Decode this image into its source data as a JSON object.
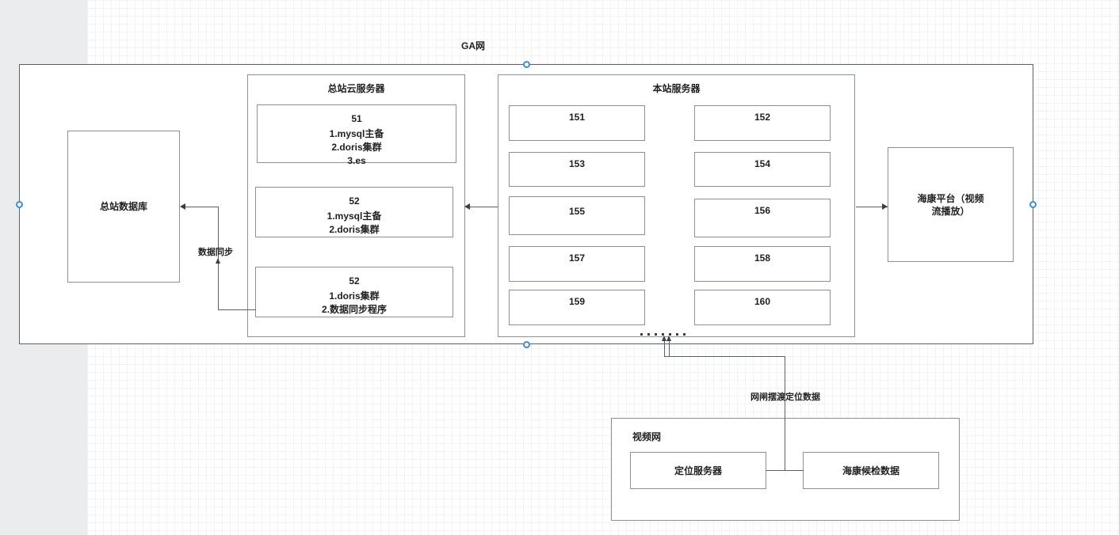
{
  "diagram": {
    "title": "GA网",
    "outer_frame_name": "ga-network-frame",
    "accent_color": "#3b8ce8",
    "line_color": "#5a6169",
    "background_color": "#ffffff"
  },
  "main_db": {
    "label": "总站数据库"
  },
  "cloud_servers": {
    "title": "总站云服务器",
    "nodes": [
      {
        "num": "51",
        "lines": "1.mysql主备\n2.doris集群\n3.es"
      },
      {
        "num": "52",
        "lines": "1.mysql主备\n2.doris集群"
      },
      {
        "num": "52",
        "lines": "1.doris集群\n2.数据同步程序"
      }
    ]
  },
  "local_servers": {
    "title": "本站服务器",
    "nodes": [
      "151",
      "152",
      "153",
      "154",
      "155",
      "156",
      "157",
      "158",
      "159",
      "160"
    ]
  },
  "video_platform": {
    "label": "海康平台（视频\n流播放）"
  },
  "video_network": {
    "title": "视频网",
    "nodes": [
      {
        "label": "定位服务器"
      },
      {
        "label": "海康候检数据"
      }
    ]
  },
  "connectors": {
    "data_sync_label": "数据同步",
    "gateway_ferry_label": "网闸摆渡定位数据"
  }
}
